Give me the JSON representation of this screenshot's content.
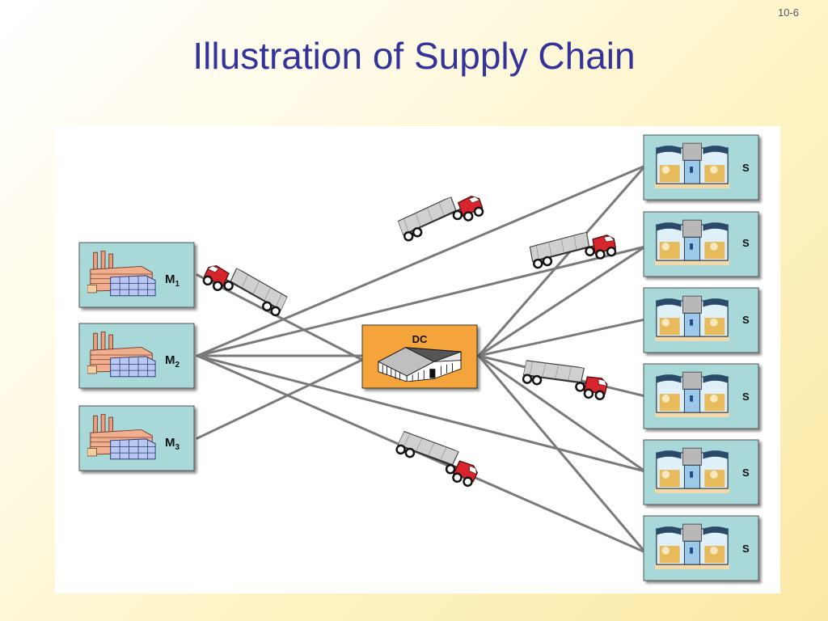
{
  "slide": {
    "number": "10-6",
    "title": "Illustration of  Supply Chain"
  },
  "diagram": {
    "manufacturers": [
      {
        "label": "M",
        "subscript": "1"
      },
      {
        "label": "M",
        "subscript": "2"
      },
      {
        "label": "M",
        "subscript": "3"
      }
    ],
    "distribution_center": {
      "label": "DC"
    },
    "stores": [
      {
        "label": "S"
      },
      {
        "label": "S"
      },
      {
        "label": "S"
      },
      {
        "label": "S"
      },
      {
        "label": "S"
      },
      {
        "label": "S"
      }
    ],
    "icons": {
      "manufacturer": "factory-icon",
      "distribution_center": "warehouse-icon",
      "store": "storefront-icon",
      "transport": "truck-icon"
    },
    "colors": {
      "node_box": "#a8d8d8",
      "dc_box": "#f4a43a",
      "connector": "#7a7a7a",
      "truck_cab": "#d8242c",
      "trailer": "#c8c8c8"
    }
  }
}
